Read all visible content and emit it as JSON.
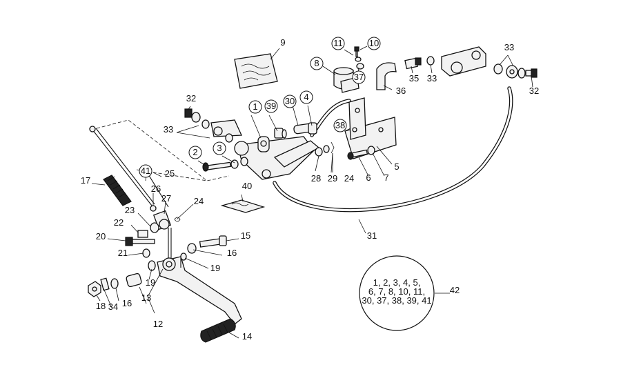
{
  "diagram": {
    "callouts": [
      {
        "id": "c1",
        "label": "1",
        "circled": true
      },
      {
        "id": "c2",
        "label": "2",
        "circled": true
      },
      {
        "id": "c3",
        "label": "3",
        "circled": true
      },
      {
        "id": "c4",
        "label": "4",
        "circled": true
      },
      {
        "id": "c5",
        "label": "5",
        "circled": false
      },
      {
        "id": "c6",
        "label": "6",
        "circled": false
      },
      {
        "id": "c7",
        "label": "7",
        "circled": false
      },
      {
        "id": "c8",
        "label": "8",
        "circled": true
      },
      {
        "id": "c9",
        "label": "9",
        "circled": false
      },
      {
        "id": "c10",
        "label": "10",
        "circled": true
      },
      {
        "id": "c11",
        "label": "11",
        "circled": true
      },
      {
        "id": "c12",
        "label": "12",
        "circled": false
      },
      {
        "id": "c13",
        "label": "13",
        "circled": false
      },
      {
        "id": "c14",
        "label": "14",
        "circled": false
      },
      {
        "id": "c15",
        "label": "15",
        "circled": false
      },
      {
        "id": "c16a",
        "label": "16",
        "circled": false
      },
      {
        "id": "c16b",
        "label": "16",
        "circled": false
      },
      {
        "id": "c17",
        "label": "17",
        "circled": false
      },
      {
        "id": "c18",
        "label": "18",
        "circled": false
      },
      {
        "id": "c19a",
        "label": "19",
        "circled": false
      },
      {
        "id": "c19b",
        "label": "19",
        "circled": false
      },
      {
        "id": "c20",
        "label": "20",
        "circled": false
      },
      {
        "id": "c21",
        "label": "21",
        "circled": false
      },
      {
        "id": "c22",
        "label": "22",
        "circled": false
      },
      {
        "id": "c23",
        "label": "23",
        "circled": false
      },
      {
        "id": "c24a",
        "label": "24",
        "circled": false
      },
      {
        "id": "c24b",
        "label": "24",
        "circled": false
      },
      {
        "id": "c25",
        "label": "25",
        "circled": false
      },
      {
        "id": "c26",
        "label": "26",
        "circled": false
      },
      {
        "id": "c27",
        "label": "27",
        "circled": false
      },
      {
        "id": "c28",
        "label": "28",
        "circled": false
      },
      {
        "id": "c29",
        "label": "29",
        "circled": false
      },
      {
        "id": "c30",
        "label": "30",
        "circled": true
      },
      {
        "id": "c31",
        "label": "31",
        "circled": false
      },
      {
        "id": "c32a",
        "label": "32",
        "circled": false
      },
      {
        "id": "c32b",
        "label": "32",
        "circled": false
      },
      {
        "id": "c33a",
        "label": "33",
        "circled": false
      },
      {
        "id": "c33b",
        "label": "33",
        "circled": false
      },
      {
        "id": "c33c",
        "label": "33",
        "circled": false
      },
      {
        "id": "c34",
        "label": "34",
        "circled": false
      },
      {
        "id": "c35",
        "label": "35",
        "circled": false
      },
      {
        "id": "c36",
        "label": "36",
        "circled": false
      },
      {
        "id": "c37",
        "label": "37",
        "circled": true
      },
      {
        "id": "c38",
        "label": "38",
        "circled": true
      },
      {
        "id": "c39",
        "label": "39",
        "circled": true
      },
      {
        "id": "c40",
        "label": "40",
        "circled": false
      },
      {
        "id": "c41",
        "label": "41",
        "circled": true
      },
      {
        "id": "c42",
        "label": "42",
        "circled": false
      }
    ],
    "kit": {
      "lines": [
        "1, 2, 3, 4, 5,",
        "6, 7, 8, 10, 11,",
        "30, 37, 38, 39, 41"
      ]
    }
  }
}
